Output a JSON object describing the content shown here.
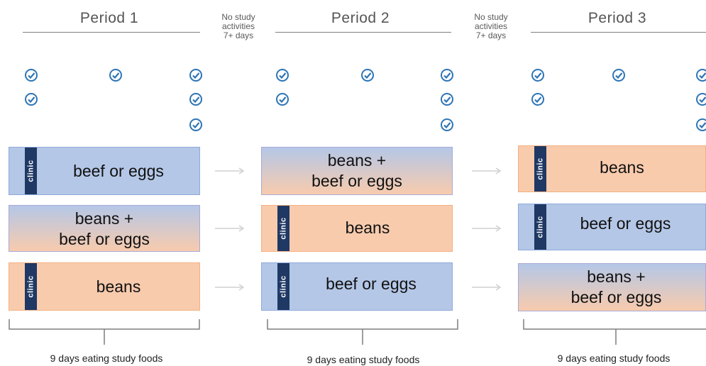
{
  "periods": [
    {
      "title": "Period 1",
      "caption": "9 days eating study foods",
      "boxes": [
        {
          "line1": "beef or eggs",
          "line2": "",
          "clinic": true,
          "style": "blue"
        },
        {
          "line1": "beans +",
          "line2": "beef or eggs",
          "clinic": false,
          "style": "grad"
        },
        {
          "line1": "beans",
          "line2": "",
          "clinic": true,
          "style": "orange"
        }
      ]
    },
    {
      "title": "Period 2",
      "caption": "9 days eating study foods",
      "boxes": [
        {
          "line1": "beans +",
          "line2": "beef or eggs",
          "clinic": false,
          "style": "grad"
        },
        {
          "line1": "beans",
          "line2": "",
          "clinic": true,
          "style": "orange"
        },
        {
          "line1": "beef or eggs",
          "line2": "",
          "clinic": true,
          "style": "blue"
        }
      ]
    },
    {
      "title": "Period 3",
      "caption": "9 days eating study foods",
      "boxes": [
        {
          "line1": "beans",
          "line2": "",
          "clinic": true,
          "style": "orange"
        },
        {
          "line1": "beef or eggs",
          "line2": "",
          "clinic": true,
          "style": "blue"
        },
        {
          "line1": "beans +",
          "line2": "beef or eggs",
          "clinic": false,
          "style": "grad"
        }
      ]
    }
  ],
  "gap_note": {
    "line1": "No study",
    "line2": "activities",
    "line3": "7+ days"
  },
  "clinic_label": "clinic",
  "icons": {
    "check": "check-circle-icon",
    "arrow": "arrow-right-icon",
    "brace": "brace-icon"
  },
  "colors": {
    "blue": "#b4c7e7",
    "orange": "#f8cbad",
    "clinic": "#1f3864",
    "check": "#2e75b6"
  }
}
